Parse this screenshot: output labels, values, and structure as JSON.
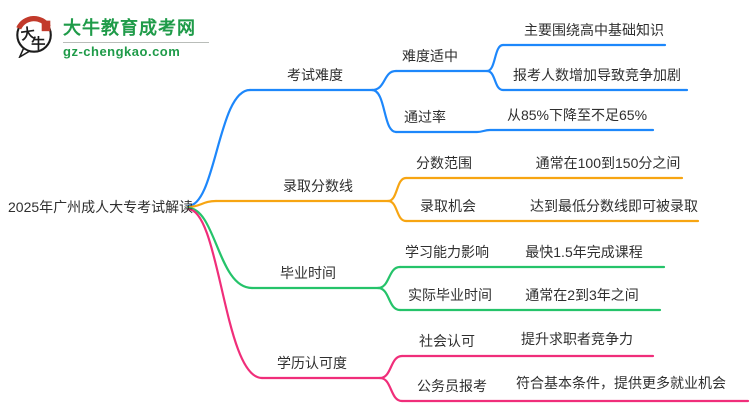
{
  "logo": {
    "icon_text": "大牛",
    "title": "大牛教育成考网",
    "domain": "gz-chengkao.com",
    "colors": {
      "green": "#1f9b49",
      "red": "#c23a2b",
      "ink": "#1c1c1c"
    }
  },
  "mindmap": {
    "root": {
      "label": "2025年广州成人大专考试解读"
    },
    "branches": [
      {
        "label": "考试难度",
        "color": "#1d87fb",
        "children": [
          {
            "label": "难度适中",
            "children": [
              {
                "label": "主要围绕高中基础知识"
              },
              {
                "label": "报考人数增加导致竞争加剧"
              }
            ]
          },
          {
            "label": "通过率",
            "children": [
              {
                "label": "从85%下降至不足65%"
              }
            ]
          }
        ]
      },
      {
        "label": "录取分数线",
        "color": "#f7a512",
        "children": [
          {
            "label": "分数范围",
            "children": [
              {
                "label": "通常在100到150分之间"
              }
            ]
          },
          {
            "label": "录取机会",
            "children": [
              {
                "label": "达到最低分数线即可被录取"
              }
            ]
          }
        ]
      },
      {
        "label": "毕业时间",
        "color": "#25c36a",
        "children": [
          {
            "label": "学习能力影响",
            "children": [
              {
                "label": "最快1.5年完成课程"
              }
            ]
          },
          {
            "label": "实际毕业时间",
            "children": [
              {
                "label": "通常在2到3年之间"
              }
            ]
          }
        ]
      },
      {
        "label": "学历认可度",
        "color": "#f02e7a",
        "children": [
          {
            "label": "社会认可",
            "children": [
              {
                "label": "提升求职者竞争力"
              }
            ]
          },
          {
            "label": "公务员报考",
            "children": [
              {
                "label": "符合基本条件，提供更多就业机会"
              }
            ]
          }
        ]
      }
    ]
  }
}
